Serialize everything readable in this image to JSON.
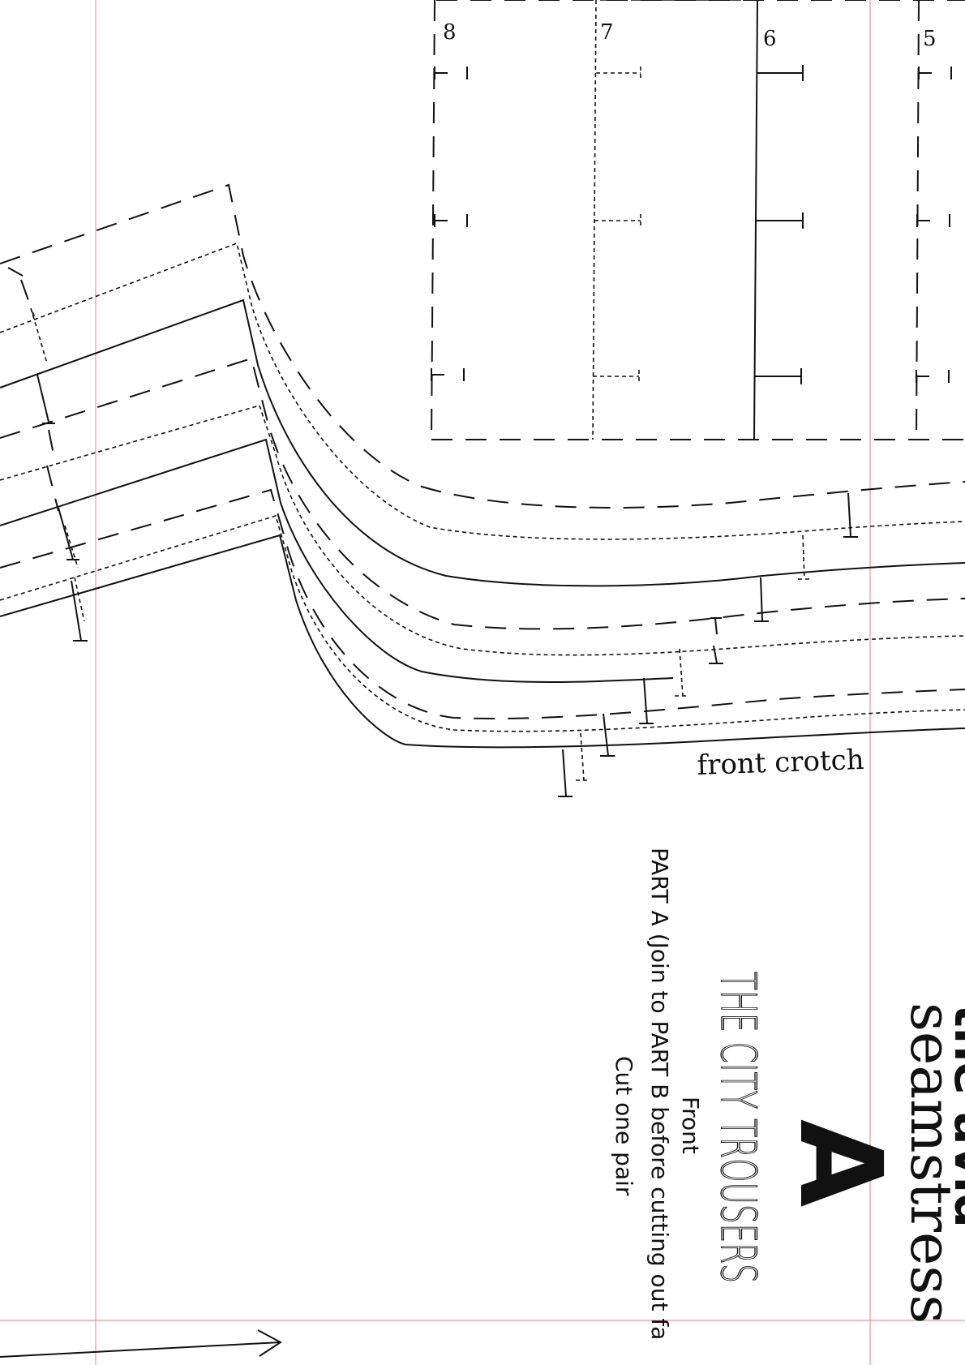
{
  "size_columns": [
    {
      "label": "8",
      "style": "dash"
    },
    {
      "label": "7",
      "style": "dot"
    },
    {
      "label": "6",
      "style": "solid"
    },
    {
      "label": "5",
      "style": "dash"
    }
  ],
  "labels": {
    "front_crotch": "front crotch"
  },
  "title_block": {
    "brand_line1": "the avid",
    "brand_line2": "seamstress",
    "piece_letter": "A",
    "pattern_name": "THE CITY TROUSERS",
    "piece_name": "Front",
    "instruction": "PART A (Join to PART B before cutting out fa",
    "cut_note": "Cut one pair"
  },
  "colors": {
    "ink": "#111111",
    "guide": "#d98080",
    "paper": "#ffffff"
  },
  "icons": [
    "grainline-arrow-icon"
  ]
}
